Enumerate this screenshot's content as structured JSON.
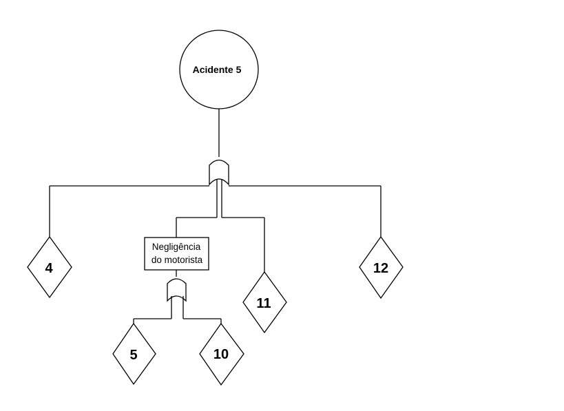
{
  "top_event": {
    "label": "Acidente 5"
  },
  "intermediate_event": {
    "line1": "Negligência",
    "line2": "do motorista"
  },
  "basic_events": [
    {
      "id": "4",
      "label": "4"
    },
    {
      "id": "5",
      "label": "5"
    },
    {
      "id": "10",
      "label": "10"
    },
    {
      "id": "11",
      "label": "11"
    },
    {
      "id": "12",
      "label": "12"
    }
  ],
  "gates": [
    {
      "type": "OR",
      "parent": "top_event",
      "children": [
        "4",
        "intermediate_event",
        "11",
        "12"
      ]
    },
    {
      "type": "OR",
      "parent": "intermediate_event",
      "children": [
        "5",
        "10"
      ]
    }
  ]
}
